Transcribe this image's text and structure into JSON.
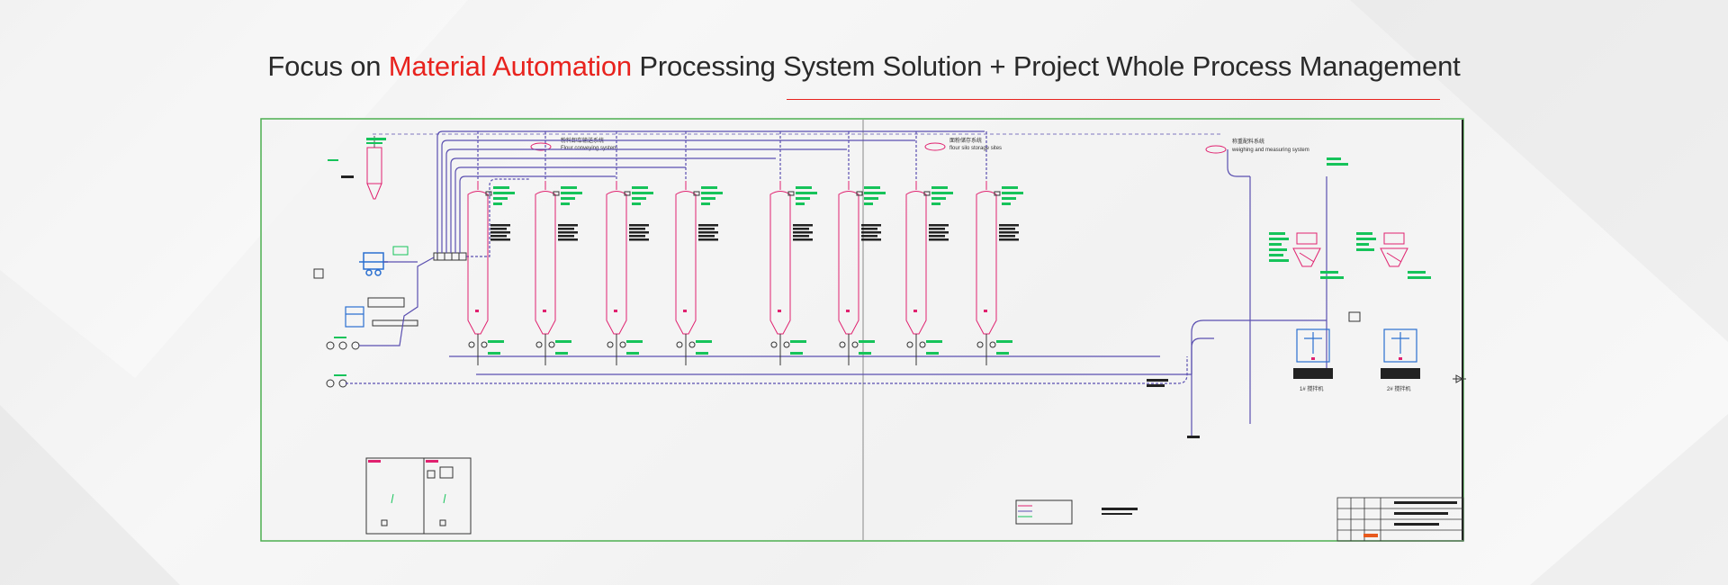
{
  "headline": {
    "part1": "Focus on ",
    "highlight": "Material Automation",
    "part2": " Processing System Solution + Project Whole Process Management"
  },
  "colors": {
    "highlight": "#e8231e",
    "silo": "#e0216f",
    "pipe": "#5a4fb0",
    "tag": "#16c35a",
    "frame": "#4caf50"
  },
  "diagram": {
    "sections": [
      {
        "title_cn": "粉料卸车输送系统",
        "title_en": "Flour conveying system"
      },
      {
        "title_cn": "面粉储存系统",
        "title_en": "flour silo storage sites"
      },
      {
        "title_cn": "称重配料系统",
        "title_en": "weighing and measuring system"
      }
    ],
    "mixers": [
      "1# 搅拌机",
      "2# 搅拌机"
    ]
  }
}
